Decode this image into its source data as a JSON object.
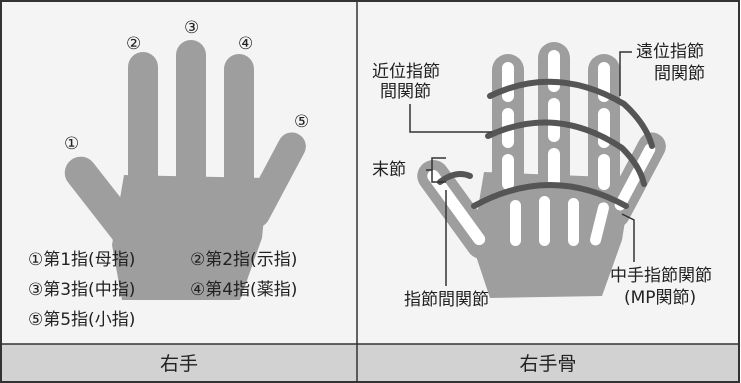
{
  "colors": {
    "panel_bg": "#f4f4f4",
    "caption_bg": "#d2d2d2",
    "hand_gray": "#9e9e9e",
    "bone_white": "#ffffff",
    "joint_line": "#555555",
    "border": "#333333"
  },
  "left_panel": {
    "caption": "右手",
    "finger_markers": [
      "①",
      "②",
      "③",
      "④",
      "⑤"
    ],
    "legend": {
      "row1_a": "①第1指(母指)",
      "row1_b": "②第2指(示指)",
      "row2_a": "③第3指(中指)",
      "row2_b": "④第4指(薬指)",
      "row3_a": "⑤第5指(小指)"
    }
  },
  "right_panel": {
    "caption": "右手骨",
    "labels": {
      "pip_line1": "近位指節",
      "pip_line2": "間関節",
      "dip_line1": "遠位指節",
      "dip_line2": "間関節",
      "distal_phalanx": "末節",
      "thumb_ip": "指節間関節",
      "mp_line1": "中手指節関節",
      "mp_line2": "(MP関節)"
    }
  }
}
